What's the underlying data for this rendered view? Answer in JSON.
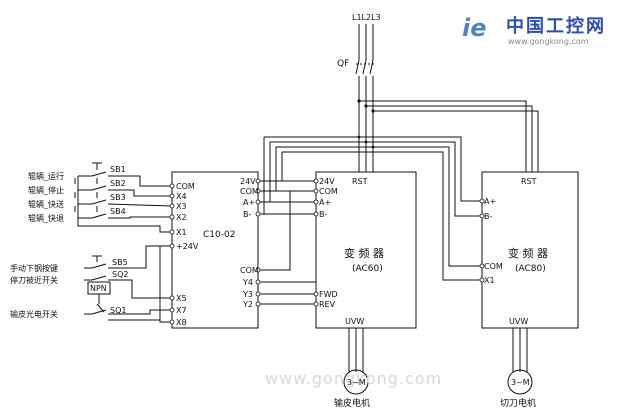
{
  "logo": {
    "mark": "ie",
    "name_cn": "中国工控网",
    "url": "www.gongkong.com",
    "colors": {
      "mark": "#4a86c8",
      "accent": "#e24a2a",
      "text": "#2a4fb0"
    }
  },
  "watermark": "www.gongkong.com",
  "power": {
    "phases": "L1L2L3",
    "breaker": "QF"
  },
  "plc": {
    "label": "C10-02",
    "left_terminals": [
      "COM",
      "X4",
      "X3",
      "X2",
      "X1",
      "+24V",
      "X5",
      "X7",
      "X8"
    ],
    "right_terminals": [
      "24V",
      "COM",
      "A+",
      "B-",
      "COM",
      "Y4",
      "Y3",
      "Y2"
    ]
  },
  "switches": [
    "SB1",
    "SB2",
    "SB3",
    "SB4",
    "SB5",
    "SQ2",
    "SQ1"
  ],
  "sensor": "NPN",
  "inputs": {
    "run": "辊辆_运行",
    "stop": "辊辆_停止",
    "fast_fwd": "辊辆_快送",
    "fast_back": "辊辆_快退",
    "manual": "手动下钢按键",
    "cutter_limit": "停刀被近开关",
    "photo": "输皮光电开关"
  },
  "vfd1": {
    "title": "变 频 器",
    "model": "(AC60)",
    "power_terminals": "RST",
    "output_terminals": "UVW",
    "left_terminals": [
      "24V",
      "COM",
      "A+",
      "B-",
      "FWD",
      "REV"
    ],
    "motor": "3~M",
    "motor_label": "输皮电机"
  },
  "vfd2": {
    "title": "变 频 器",
    "model": "(AC80)",
    "power_terminals": "RST",
    "output_terminals": "UVW",
    "left_terminals": [
      "A+",
      "B-",
      "COM",
      "X1"
    ],
    "motor": "3~M",
    "motor_label": "切刀电机"
  }
}
